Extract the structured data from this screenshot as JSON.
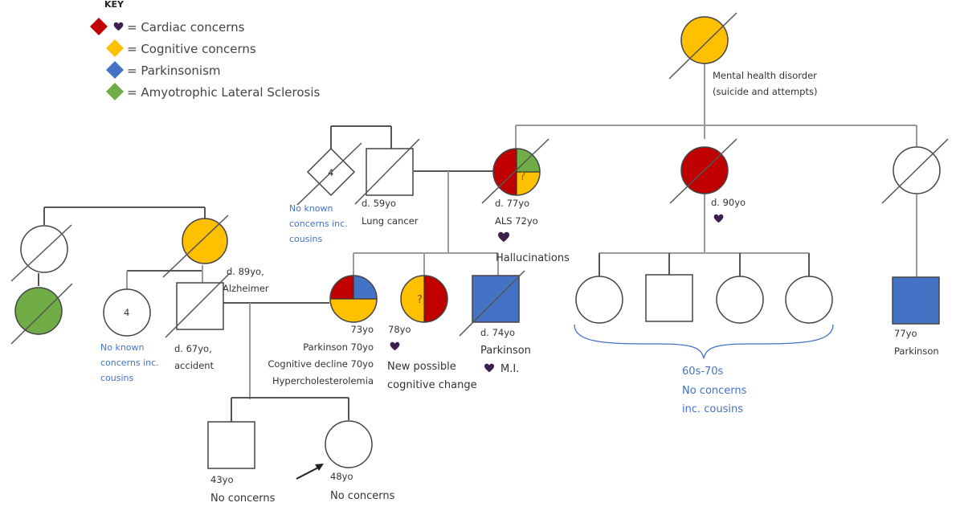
{
  "colors": {
    "cardiac": "#c00000",
    "cognitive": "#ffc000",
    "parkinsonism": "#4472c4",
    "als": "#70ad47",
    "heart": "#3d1f4f",
    "note_blue": "#4472c4"
  },
  "key": {
    "title": "KEY",
    "items": [
      {
        "label": "= Cardiac concerns",
        "color": "cardiac",
        "has_heart": true
      },
      {
        "label": "= Cognitive concerns",
        "color": "cognitive"
      },
      {
        "label": "= Parkinsonism",
        "color": "parkinsonism"
      },
      {
        "label": "= Amyotrophic Lateral Sclerosis",
        "color": "als"
      }
    ]
  },
  "individuals": {
    "maternal_great_grandmother": {
      "sex": "female",
      "deceased": true,
      "conditions": [
        "cognitive"
      ],
      "notes": [
        "Mental health disorder",
        "(suicide and attempts)"
      ]
    },
    "paternal_grandmother_sibling": {
      "sex": "female",
      "deceased": true,
      "conditions": []
    },
    "paternal_grandmother_sibling_child": {
      "sex": "female",
      "deceased": true,
      "conditions": [
        "als"
      ]
    },
    "paternal_grandmother": {
      "sex": "female",
      "deceased": true,
      "conditions": [
        "cognitive"
      ],
      "notes": [
        "d. 89yo,",
        "Alzheimer"
      ]
    },
    "father_siblings": {
      "sex": "female",
      "count": "4",
      "notes": [
        "No known",
        "concerns inc.",
        "cousins"
      ]
    },
    "father": {
      "sex": "male",
      "deceased": true,
      "conditions": [],
      "notes": [
        "d. 67yo,",
        "accident"
      ]
    },
    "maternal_grandfather_siblings": {
      "sex": "unknown",
      "count": "4",
      "deceased": true,
      "notes": [
        "No known",
        "concerns inc.",
        "cousins"
      ]
    },
    "maternal_grandfather": {
      "sex": "male",
      "deceased": true,
      "conditions": [],
      "notes": [
        "d. 59yo",
        "Lung cancer"
      ]
    },
    "maternal_grandmother": {
      "sex": "female",
      "deceased": true,
      "conditions": [
        "cardiac",
        "als",
        "cognitive?"
      ],
      "question_mark": "?",
      "notes": [
        "d. 77yo",
        "ALS 72yo",
        "Hallucinations"
      ],
      "heart": true
    },
    "great_aunt": {
      "sex": "female",
      "deceased": true,
      "conditions": [
        "cardiac"
      ],
      "notes": [
        "d. 90yo"
      ],
      "heart": true
    },
    "great_uncle_or_aunt": {
      "sex": "female",
      "deceased": true,
      "conditions": []
    },
    "mother": {
      "sex": "female",
      "deceased": false,
      "conditions": [
        "cardiac",
        "parkinsonism",
        "cognitive"
      ],
      "notes": [
        "73yo",
        "Parkinson 70yo",
        "Cognitive decline 70yo",
        "Hypercholesterolemia"
      ]
    },
    "aunt": {
      "sex": "female",
      "deceased": false,
      "conditions": [
        "cognitive?",
        "cardiac"
      ],
      "question_mark": "?",
      "notes": [
        "78yo",
        "New possible",
        "cognitive change"
      ],
      "heart": true
    },
    "uncle": {
      "sex": "male",
      "deceased": true,
      "conditions": [
        "parkinsonism"
      ],
      "notes": [
        "d. 74yo",
        "Parkinson",
        "M.I."
      ],
      "heart": true
    },
    "cousins_group": {
      "count": 4,
      "notes": [
        "60s-70s",
        "No concerns",
        "inc. cousins"
      ]
    },
    "cousin_right": {
      "sex": "male",
      "deceased": false,
      "conditions": [
        "parkinsonism"
      ],
      "notes": [
        "77yo",
        "Parkinson"
      ]
    },
    "brother": {
      "sex": "male",
      "deceased": false,
      "conditions": [],
      "notes": [
        "43yo",
        "No concerns"
      ]
    },
    "proband": {
      "sex": "female",
      "deceased": false,
      "conditions": [],
      "proband": true,
      "notes": [
        "48yo",
        "No concerns"
      ]
    }
  }
}
